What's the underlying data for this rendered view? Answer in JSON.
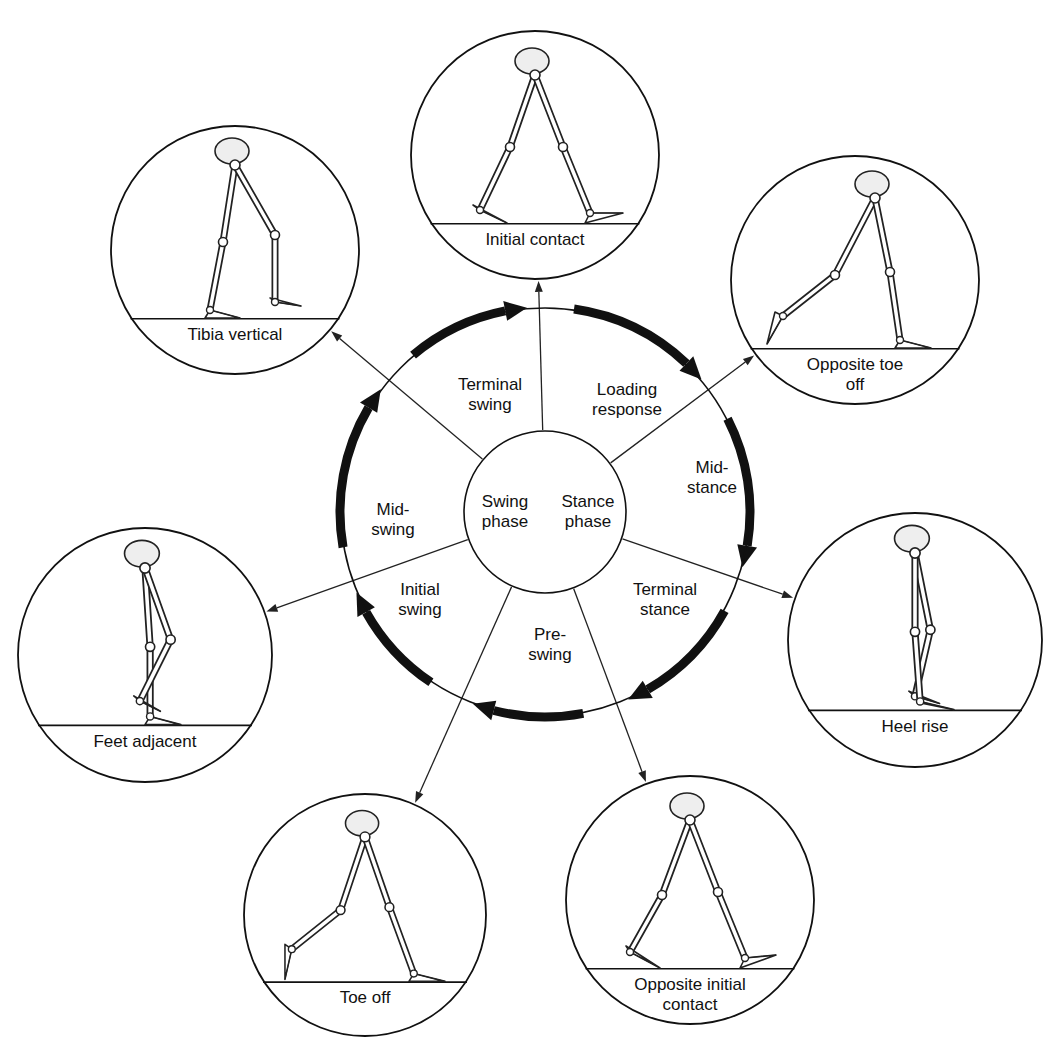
{
  "diagram": {
    "nodes": [
      {
        "text": [
          "Loading response",
          "Mid-stance",
          "Terminal stance",
          "Pre-swing",
          "Initial swing",
          "Mid-swing",
          "Terminal swing"
        ]
      },
      {
        "text": [
          "Swing phase",
          "Stance phase"
        ],
        "in": 0
      },
      {
        "text": [
          "Initial contact"
        ]
      },
      {
        "text": [
          "Opposite toe off"
        ]
      },
      {
        "text": [
          "Heel rise"
        ]
      },
      {
        "text": [
          "Opposite initial contact"
        ]
      },
      {
        "text": [
          "Toe off"
        ]
      },
      {
        "text": [
          "Feet adjacent"
        ]
      },
      {
        "text": [
          "Tibia vertical"
        ]
      }
    ],
    "edges": [
      {
        "from": 1,
        "to": 2,
        "arrow": "to"
      },
      {
        "from": 1,
        "to": 3,
        "arrow": "to"
      },
      {
        "from": 1,
        "to": 4,
        "arrow": "to"
      },
      {
        "from": 1,
        "to": 5,
        "arrow": "to"
      },
      {
        "from": 1,
        "to": 6,
        "arrow": "to"
      },
      {
        "from": 1,
        "to": 7,
        "arrow": "to"
      },
      {
        "from": 1,
        "to": 8,
        "arrow": "to"
      }
    ]
  }
}
